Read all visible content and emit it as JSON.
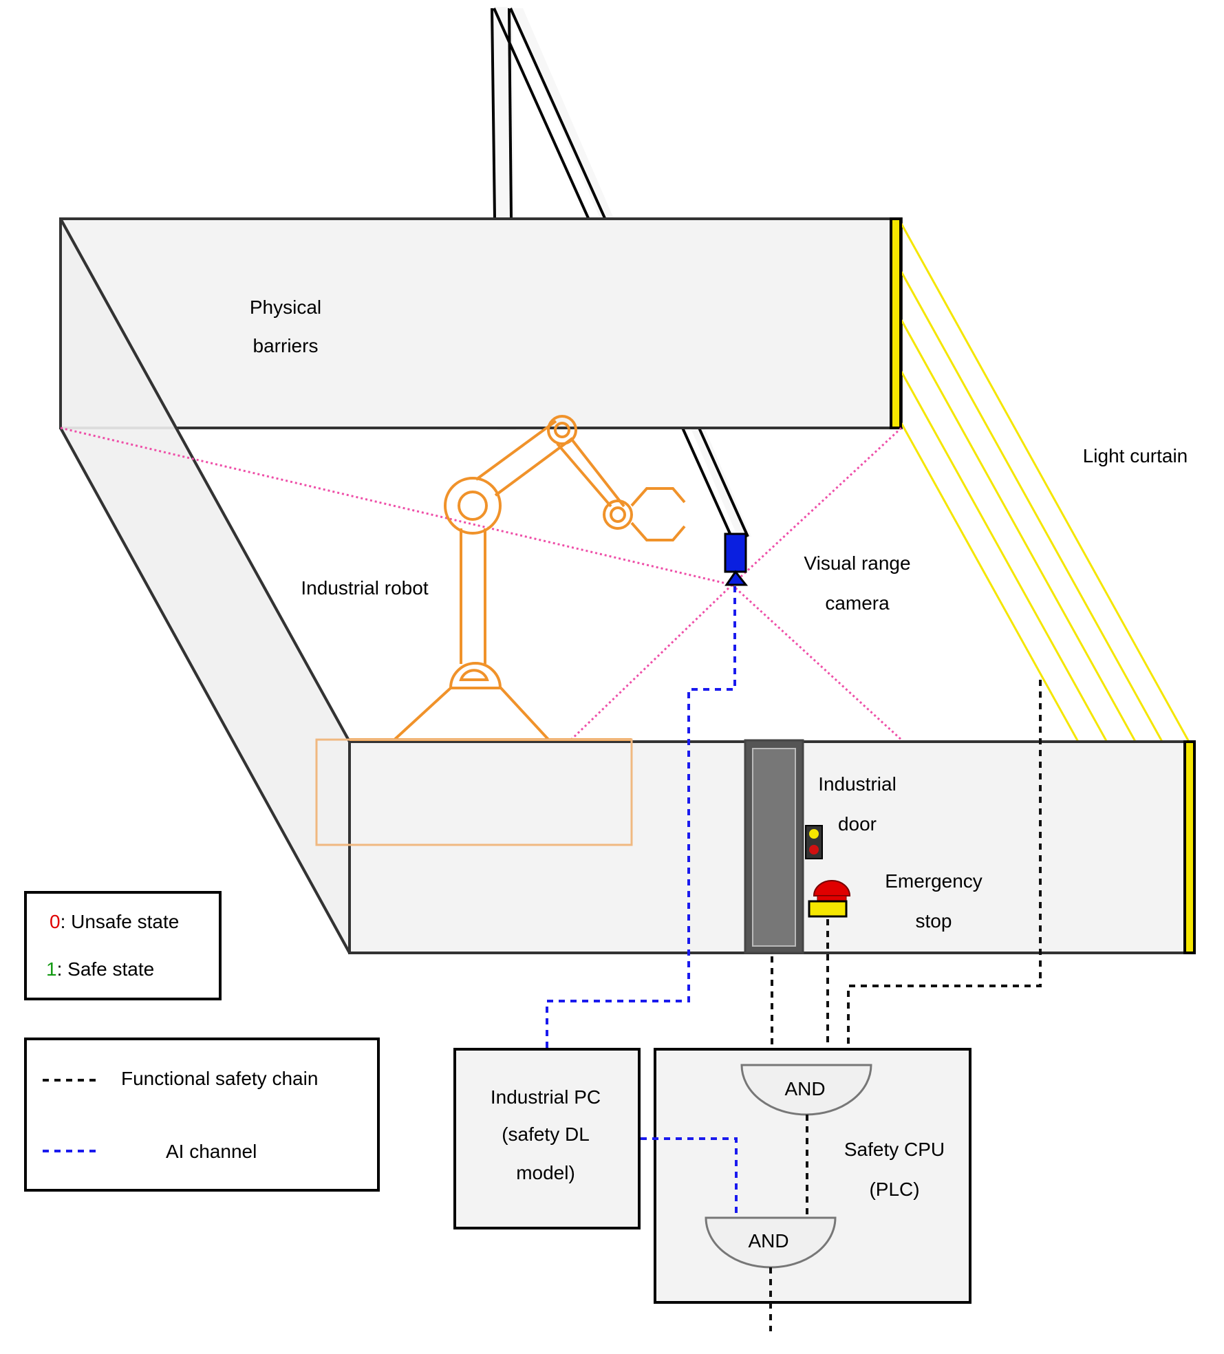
{
  "labels": {
    "physical_barriers_1": "Physical",
    "physical_barriers_2": "barriers",
    "light_curtain": "Light curtain",
    "visual_range_camera_1": "Visual range",
    "visual_range_camera_2": "camera",
    "industrial_robot": "Industrial robot",
    "industrial_door_1": "Industrial",
    "industrial_door_2": "door",
    "emergency_stop_1": "Emergency",
    "emergency_stop_2": "stop",
    "industrial_pc_1": "Industrial PC",
    "industrial_pc_2": "(safety DL",
    "industrial_pc_3": "model)",
    "safety_cpu_1": "Safety CPU",
    "safety_cpu_2": "(PLC)",
    "and_gate_top": "AND",
    "and_gate_bottom": "AND"
  },
  "state_legend": {
    "unsafe_value": "0",
    "unsafe_label": ": Unsafe state",
    "safe_value": "1",
    "safe_label": ": Safe state"
  },
  "line_legend": {
    "functional_safety_chain": "Functional safety chain",
    "ai_channel": "AI channel"
  },
  "colors": {
    "robot": "#f0922a",
    "light_curtain": "#f5e600",
    "camera": "#0a1fe0",
    "ai_channel": "#1a1aee",
    "safety_chain": "#111111",
    "visual_range": "#ee4fa8",
    "unsafe": "#e00000",
    "safe": "#119911"
  }
}
